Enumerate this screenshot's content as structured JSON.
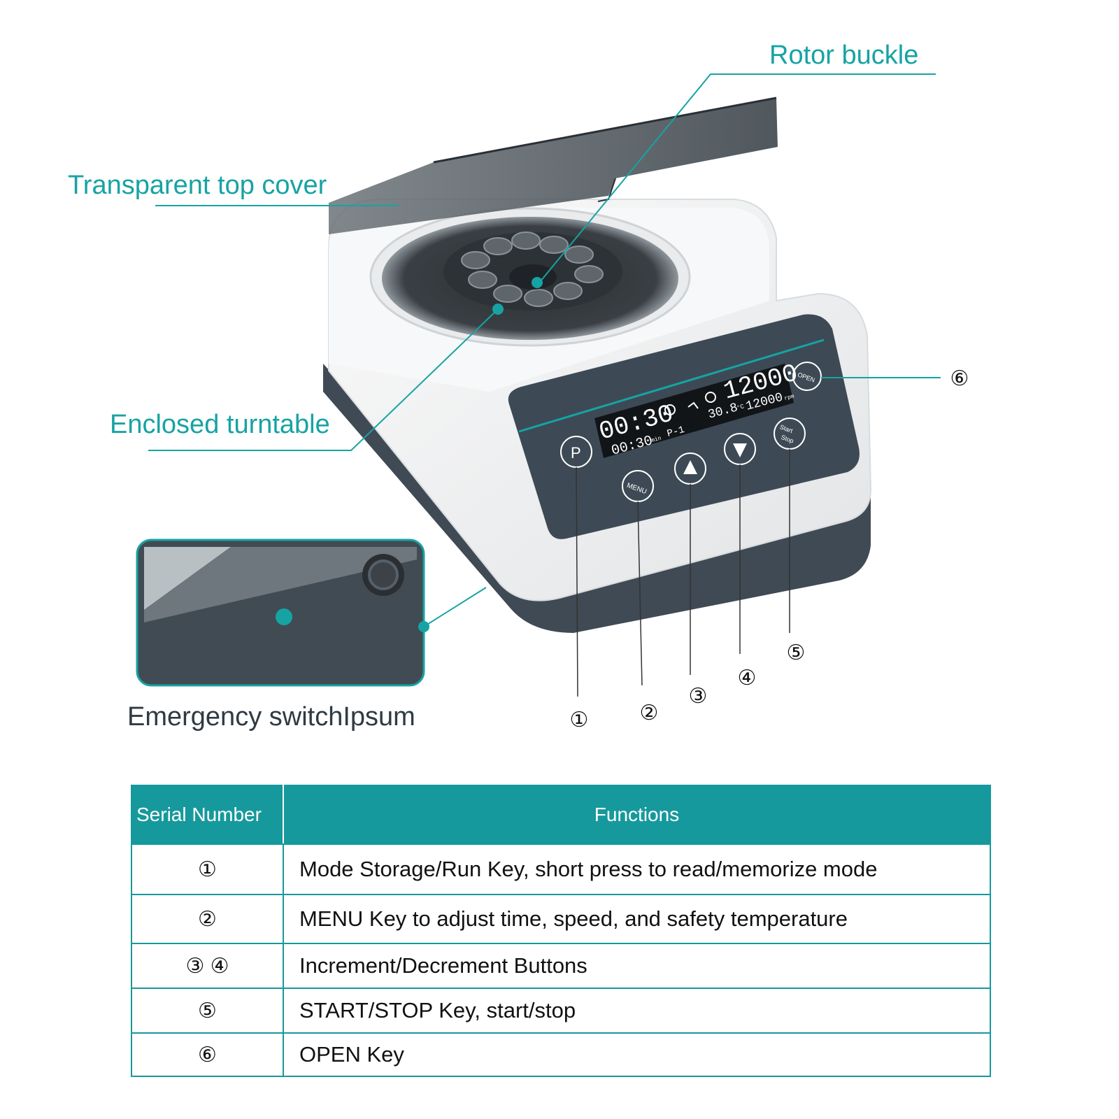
{
  "callouts": {
    "rotor_buckle": "Rotor buckle",
    "top_cover": "Transparent top cover",
    "turntable": "Enclosed turntable",
    "emergency_switch": "Emergency switchIpsum"
  },
  "display": {
    "time_main": "00:30",
    "time_sub": "00:30",
    "time_unit": "min",
    "program": "P-1",
    "speed_main": "12000",
    "temperature": "30.8",
    "temp_unit": "°C",
    "speed_sub": "12000",
    "speed_unit": "rpm"
  },
  "buttons": {
    "p": "P",
    "menu": "MENU",
    "open": "OPEN",
    "start": "Start",
    "stop": "Stop"
  },
  "markers": [
    "①",
    "②",
    "③",
    "④",
    "⑤",
    "⑥"
  ],
  "table": {
    "headers": [
      "Serial Number",
      "Functions"
    ],
    "rows": [
      {
        "serial": "①",
        "function": "Mode Storage/Run Key, short press to read/memorize mode"
      },
      {
        "serial": "②",
        "function": "MENU Key to adjust time, speed, and safety temperature"
      },
      {
        "serial": "③ ④",
        "function": "Increment/Decrement Buttons"
      },
      {
        "serial": "⑤",
        "function": "START/STOP Key, start/stop"
      },
      {
        "serial": "⑥",
        "function": "OPEN Key"
      }
    ]
  },
  "colors": {
    "accent": "#17a3a3",
    "panel": "#3d4a55",
    "body": "#f2f3f4",
    "base": "#3f4a54"
  }
}
